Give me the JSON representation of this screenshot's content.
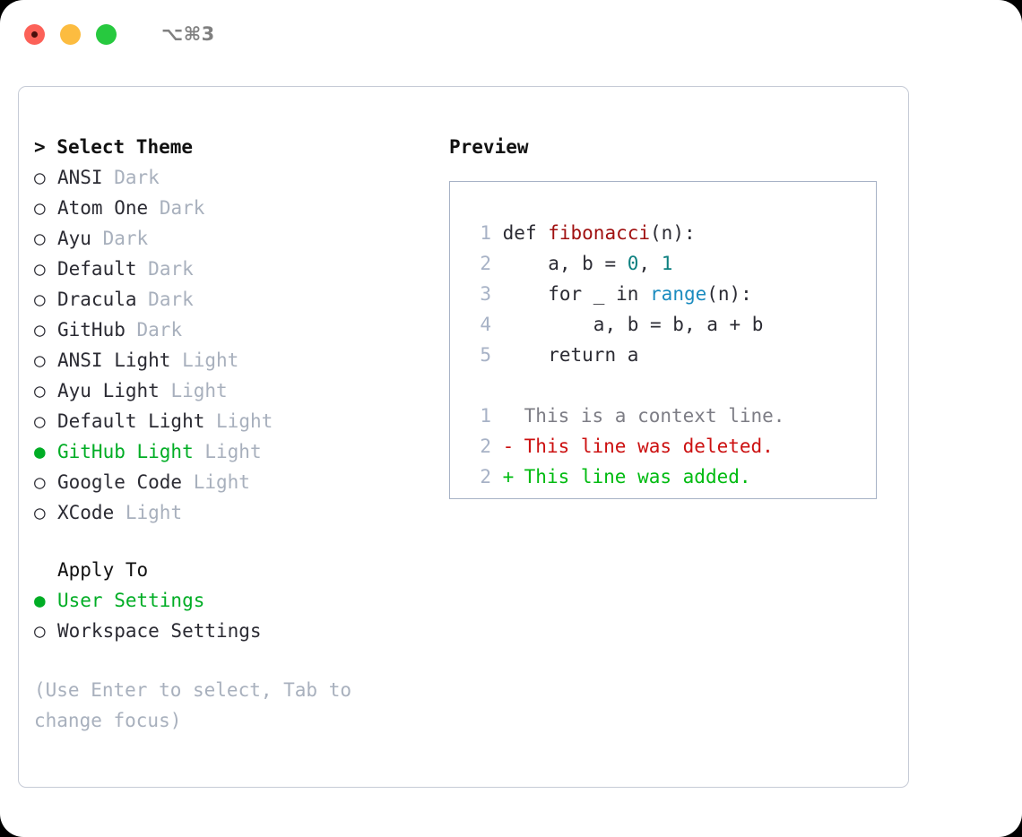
{
  "window": {
    "traffic_lights": [
      "close-red",
      "minimize-yellow",
      "maximize-green"
    ],
    "title": "⌥⌘3"
  },
  "colors": {
    "selected_green": "#00ad25",
    "muted_gray": "#a8b0bd",
    "line_number": "#a7b2c6",
    "function_red": "#a01010",
    "number_teal": "#0d8080",
    "call_blue": "#1a8bbf",
    "diff_added": "#00bb11",
    "diff_deleted": "#cc1111",
    "diff_context": "#7d7d85",
    "border": "#c6cbd6",
    "preview_border": "#a7b2c6"
  },
  "theme_picker": {
    "prompt_marker": "> ",
    "heading": "Select Theme",
    "items": [
      {
        "bullet": "○",
        "name": "ANSI",
        "mode": "Dark",
        "selected": false
      },
      {
        "bullet": "○",
        "name": "Atom One",
        "mode": "Dark",
        "selected": false
      },
      {
        "bullet": "○",
        "name": "Ayu",
        "mode": "Dark",
        "selected": false
      },
      {
        "bullet": "○",
        "name": "Default",
        "mode": "Dark",
        "selected": false
      },
      {
        "bullet": "○",
        "name": "Dracula",
        "mode": "Dark",
        "selected": false
      },
      {
        "bullet": "○",
        "name": "GitHub",
        "mode": "Dark",
        "selected": false
      },
      {
        "bullet": "○",
        "name": "ANSI Light",
        "mode": "Light",
        "selected": false
      },
      {
        "bullet": "○",
        "name": "Ayu Light",
        "mode": "Light",
        "selected": false
      },
      {
        "bullet": "○",
        "name": "Default Light",
        "mode": "Light",
        "selected": false
      },
      {
        "bullet": "●",
        "name": "GitHub Light",
        "mode": "Light",
        "selected": true
      },
      {
        "bullet": "○",
        "name": "Google Code",
        "mode": "Light",
        "selected": false
      },
      {
        "bullet": "○",
        "name": "XCode",
        "mode": "Light",
        "selected": false
      }
    ]
  },
  "apply_to": {
    "heading": "Apply To",
    "options": [
      {
        "bullet": "●",
        "label": "User Settings",
        "selected": true
      },
      {
        "bullet": "○",
        "label": "Workspace Settings",
        "selected": false
      }
    ]
  },
  "hint": "(Use Enter to select, Tab to change focus)",
  "preview": {
    "heading": "Preview",
    "code_lines": [
      {
        "number": "1",
        "tokens": [
          {
            "text": "def ",
            "kind": "plain"
          },
          {
            "text": "fibonacci",
            "kind": "fn"
          },
          {
            "text": "(n):",
            "kind": "plain"
          }
        ]
      },
      {
        "number": "2",
        "tokens": [
          {
            "text": "    a, b = ",
            "kind": "plain"
          },
          {
            "text": "0",
            "kind": "num"
          },
          {
            "text": ", ",
            "kind": "plain"
          },
          {
            "text": "1",
            "kind": "num"
          }
        ]
      },
      {
        "number": "3",
        "tokens": [
          {
            "text": "    for _ in ",
            "kind": "plain"
          },
          {
            "text": "range",
            "kind": "call"
          },
          {
            "text": "(n):",
            "kind": "plain"
          }
        ]
      },
      {
        "number": "4",
        "tokens": [
          {
            "text": "        a, b = b, a + b",
            "kind": "plain"
          }
        ]
      },
      {
        "number": "5",
        "tokens": [
          {
            "text": "    return a",
            "kind": "plain"
          }
        ]
      }
    ],
    "diff_lines": [
      {
        "number": "1",
        "marker": " ",
        "text": "This is a context line.",
        "kind": "context"
      },
      {
        "number": "2",
        "marker": "-",
        "text": "This line was deleted.",
        "kind": "deleted"
      },
      {
        "number": "2",
        "marker": "+",
        "text": "This line was added.",
        "kind": "added"
      }
    ]
  }
}
